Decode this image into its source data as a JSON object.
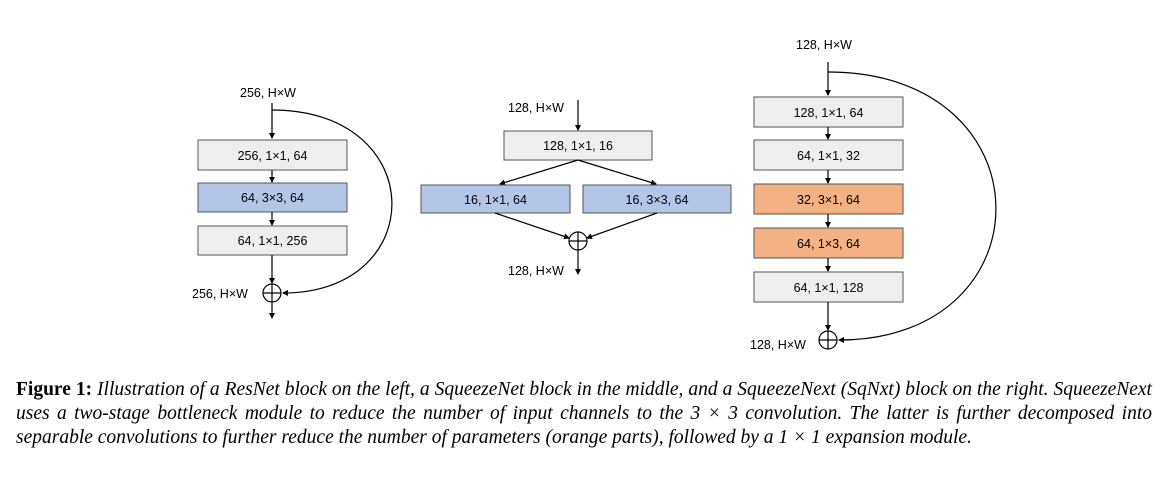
{
  "resnet": {
    "input": "256, H×W",
    "output": "256, H×W",
    "layers": [
      "256, 1×1, 64",
      "64, 3×3, 64",
      "64, 1×1, 256"
    ]
  },
  "squeezenet": {
    "input": "128, H×W",
    "output": "128, H×W",
    "squeeze": "128, 1×1, 16",
    "expand_left": "16, 1×1, 64",
    "expand_right": "16, 3×3, 64"
  },
  "squeezenext": {
    "input": "128, H×W",
    "output": "128, H×W",
    "layers": [
      "128, 1×1, 64",
      "64, 1×1, 32",
      "32, 3×1, 64",
      "64, 1×3, 64",
      "64, 1×1, 128"
    ]
  },
  "colors": {
    "gray_box": "#eeeeee",
    "blue_box": "#b4c6e7",
    "orange_box": "#f4b183",
    "stroke": "#000000"
  },
  "caption": {
    "label": "Figure 1:",
    "text": "Illustration of a ResNet block on the left, a SqueezeNet block in the middle, and a SqueezeNext (SqNxt) block on the right. SqueezeNext uses a two-stage bottleneck module to reduce the number of input channels to the 3 × 3 convolution. The latter is further decomposed into separable convolutions to further reduce the number of parameters (orange parts), followed by a 1 × 1 expansion module."
  }
}
